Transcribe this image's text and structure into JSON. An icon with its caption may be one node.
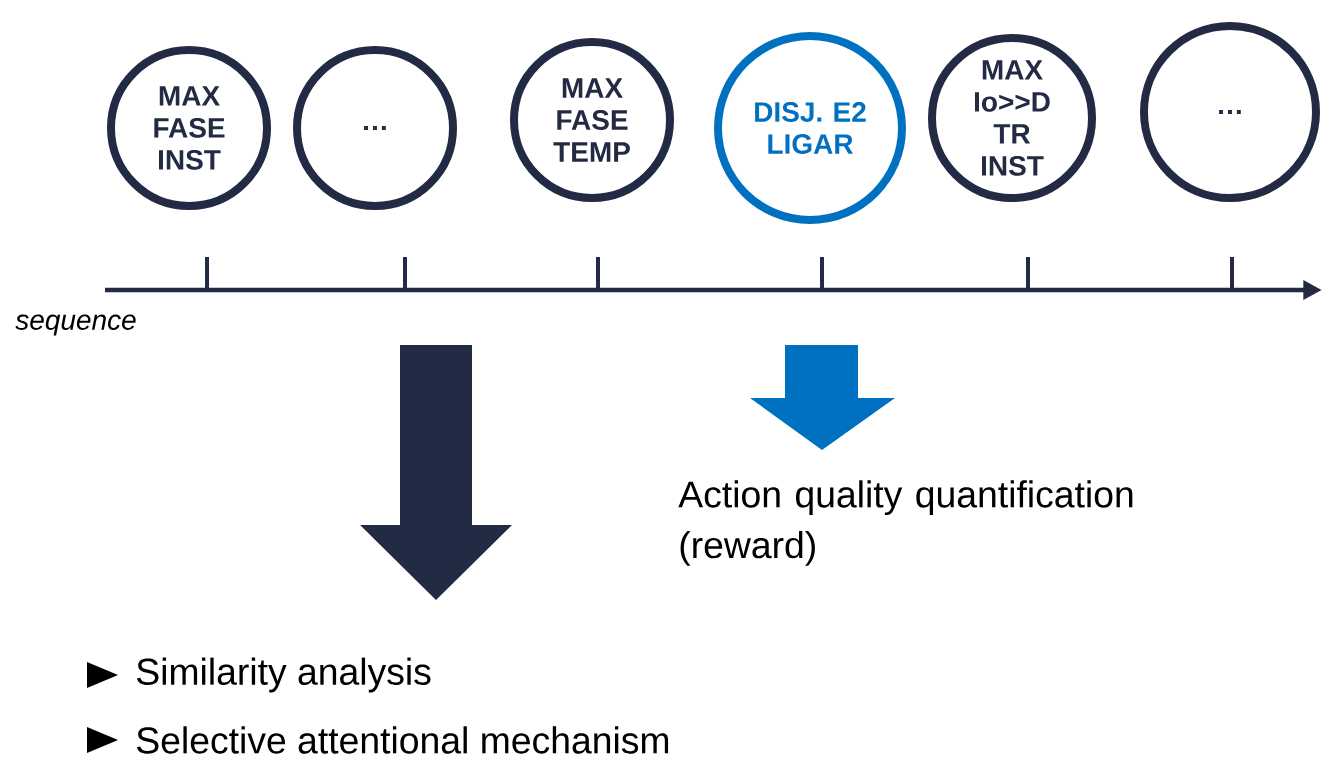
{
  "diagram": {
    "nodes": [
      {
        "text": [
          "MAX FASE INST"
        ]
      },
      {
        "text": [
          "…"
        ]
      },
      {
        "text": [
          "MAX FASE TEMP"
        ]
      },
      {
        "text": [
          "DISJ. E2 LIGAR"
        ]
      },
      {
        "text": [
          "MAX Io>>D TR INST"
        ]
      },
      {
        "text": [
          "…"
        ]
      }
    ],
    "labels": [
      "sequence",
      "Action quality quantification (reward)",
      "Similarity analysis",
      "Selective attentional mechanism"
    ]
  }
}
